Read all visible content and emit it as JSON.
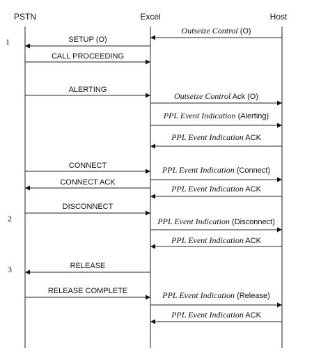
{
  "participants": [
    {
      "id": "pstn",
      "label": "PSTN"
    },
    {
      "id": "excel",
      "label": "Excel"
    },
    {
      "id": "host",
      "label": "Host"
    }
  ],
  "step_markers": [
    "1",
    "2",
    "3"
  ],
  "messages": [
    {
      "from": "host",
      "to": "excel",
      "italic": "Outseize Control",
      "plain": " (O)"
    },
    {
      "from": "excel",
      "to": "pstn",
      "italic": "",
      "plain": "SETUP (O)"
    },
    {
      "from": "pstn",
      "to": "excel",
      "italic": "",
      "plain": "CALL PROCEEDING"
    },
    {
      "from": "pstn",
      "to": "excel",
      "italic": "",
      "plain": "ALERTING"
    },
    {
      "from": "excel",
      "to": "host",
      "italic": "Outseize Control",
      "plain": " Ack (O)"
    },
    {
      "from": "excel",
      "to": "host",
      "italic": "PPL Event Indication",
      "plain": " (Alerting)"
    },
    {
      "from": "host",
      "to": "excel",
      "italic": "PPL Event Indication",
      "plain": " ACK"
    },
    {
      "from": "pstn",
      "to": "excel",
      "italic": "",
      "plain": "CONNECT"
    },
    {
      "from": "excel",
      "to": "host",
      "italic": "PPL Event Indication",
      "plain": " (Connect)"
    },
    {
      "from": "excel",
      "to": "pstn",
      "italic": "",
      "plain": "CONNECT ACK"
    },
    {
      "from": "host",
      "to": "excel",
      "italic": "PPL Event Indication",
      "plain": " ACK"
    },
    {
      "from": "pstn",
      "to": "excel",
      "italic": "",
      "plain": "DISCONNECT"
    },
    {
      "from": "excel",
      "to": "host",
      "italic": "PPL Event Indication",
      "plain": " (Disconnect)"
    },
    {
      "from": "host",
      "to": "excel",
      "italic": "PPL Event Indication",
      "plain": " ACK"
    },
    {
      "from": "excel",
      "to": "pstn",
      "italic": "",
      "plain": "RELEASE"
    },
    {
      "from": "pstn",
      "to": "excel",
      "italic": "",
      "plain": "RELEASE COMPLETE"
    },
    {
      "from": "excel",
      "to": "host",
      "italic": "PPL Event Indication",
      "plain": " (Release)"
    },
    {
      "from": "host",
      "to": "excel",
      "italic": "PPL Event Indication",
      "plain": " ACK"
    }
  ]
}
